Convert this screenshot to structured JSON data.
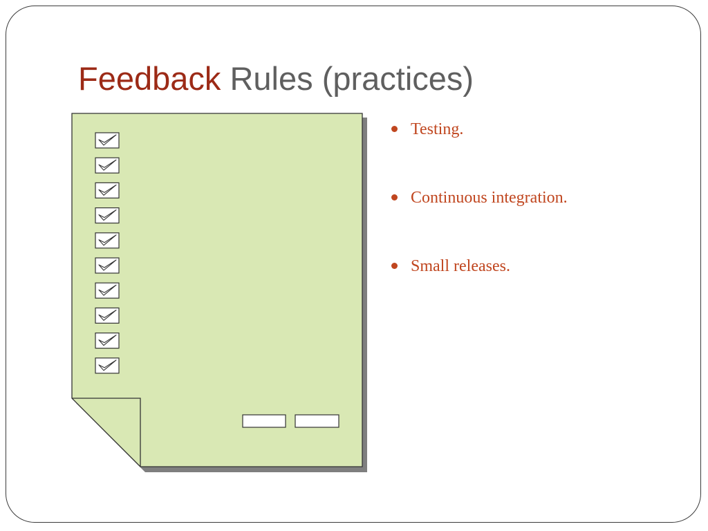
{
  "slide": {
    "title_accent": "Feedback",
    "title_rest": "Rules (practices)",
    "bullets": [
      {
        "label": "Testing."
      },
      {
        "label": "Continuous integration."
      },
      {
        "label": "Small releases."
      }
    ]
  },
  "illustration": {
    "icon": "checklist-document-icon",
    "checkbox_count": 10,
    "checkbox_icon": "checked-box-icon",
    "page_fill": "#d9e8b4",
    "shadow_color": "#7f7f7f"
  },
  "colors": {
    "title_accent": "#9c2a16",
    "title_rest": "#5f5f5f",
    "bullet_text": "#c0461f"
  }
}
